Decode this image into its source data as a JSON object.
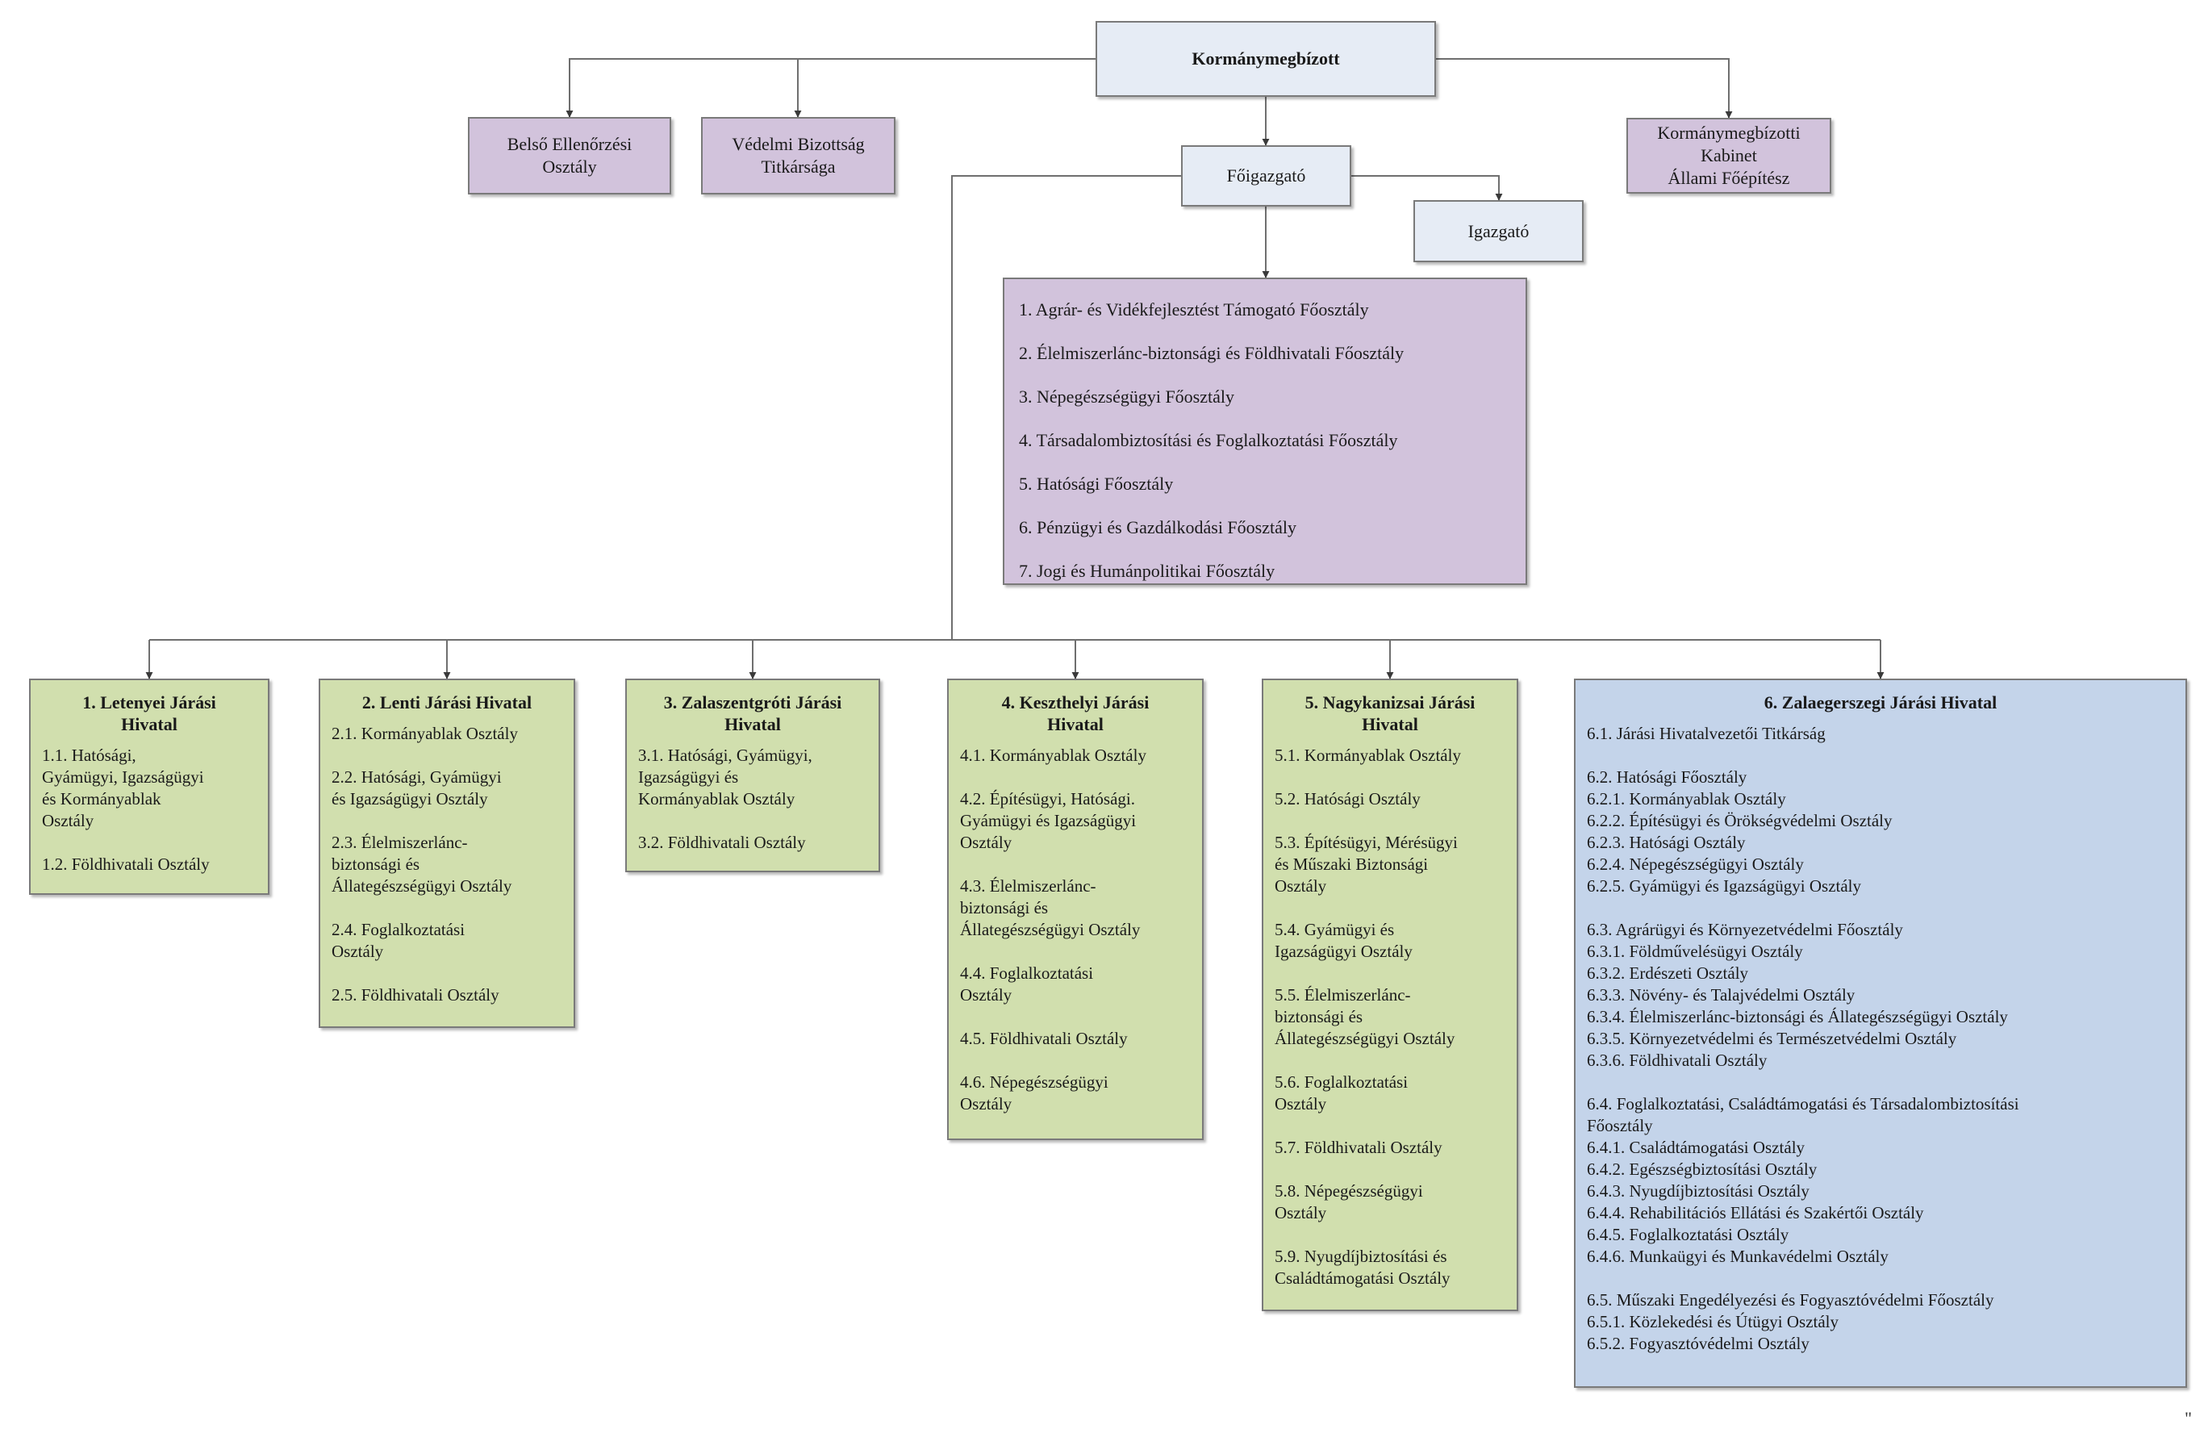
{
  "colors": {
    "top_box": "#e6ecf5",
    "staff_box": "#d2c3dc",
    "district_box": "#d1dfae",
    "zalaegerszeg_box": "#c4d4ea",
    "border": "#7a7a7a",
    "connector": "#6f6f6f"
  },
  "top": {
    "kormanymegbizott": "Kormánymegbízott",
    "foigazgato": "Főigazgató",
    "igazgato": "Igazgató"
  },
  "staff": {
    "belso_ellenorzesi": [
      "Belső Ellenőrzési",
      "Osztály"
    ],
    "vedelmi_bizottsag": [
      "Védelmi Bizottság",
      "Titkársága"
    ],
    "kabinet": [
      "Kormánymegbízotti",
      "Kabinet",
      "Állami Főépítész"
    ]
  },
  "departments": [
    "1. Agrár- és Vidékfejlesztést Támogató Főosztály",
    "2. Élelmiszerlánc-biztonsági és Földhivatali Főosztály",
    "3. Népegészségügyi Főosztály",
    "4. Társadalombiztosítási és Foglalkoztatási Főosztály",
    "5. Hatósági Főosztály",
    "6. Pénzügyi és Gazdálkodási Főosztály",
    "7. Jogi és Humánpolitikai Főosztály"
  ],
  "districts": [
    {
      "title": [
        "1. Letenyei Járási",
        "Hivatal"
      ],
      "items": [
        [
          "1.1. Hatósági,",
          "Gyámügyi, Igazságügyi",
          "és Kormányablak",
          "Osztály"
        ],
        [
          "1.2. Földhivatali Osztály"
        ]
      ]
    },
    {
      "title": [
        "2. Lenti Járási Hivatal"
      ],
      "items": [
        [
          "2.1. Kormányablak Osztály"
        ],
        [
          "2.2. Hatósági, Gyámügyi",
          "és Igazságügyi Osztály"
        ],
        [
          "2.3. Élelmiszerlánc-",
          "biztonsági és",
          "Állategészségügyi Osztály"
        ],
        [
          "2.4. Foglalkoztatási",
          "Osztály"
        ],
        [
          "2.5. Földhivatali Osztály"
        ]
      ]
    },
    {
      "title": [
        "3. Zalaszentgróti Járási",
        "Hivatal"
      ],
      "items": [
        [
          "3.1. Hatósági, Gyámügyi,",
          "Igazságügyi és",
          "Kormányablak Osztály"
        ],
        [
          "3.2. Földhivatali Osztály"
        ]
      ]
    },
    {
      "title": [
        "4. Keszthelyi Járási",
        "Hivatal"
      ],
      "items": [
        [
          "4.1. Kormányablak Osztály"
        ],
        [
          "4.2. Építésügyi, Hatósági.",
          "Gyámügyi és Igazságügyi",
          "Osztály"
        ],
        [
          "4.3. Élelmiszerlánc-",
          "biztonsági és",
          "Állategészségügyi Osztály"
        ],
        [
          "4.4. Foglalkoztatási",
          "Osztály"
        ],
        [
          "4.5. Földhivatali Osztály"
        ],
        [
          "4.6. Népegészségügyi",
          "Osztály"
        ]
      ]
    },
    {
      "title": [
        "5. Nagykanizsai Járási",
        "Hivatal"
      ],
      "items": [
        [
          "5.1. Kormányablak Osztály"
        ],
        [
          "5.2. Hatósági Osztály"
        ],
        [
          "5.3. Építésügyi, Mérésügyi",
          "és Műszaki Biztonsági",
          "Osztály"
        ],
        [
          "5.4. Gyámügyi és",
          "Igazságügyi Osztály"
        ],
        [
          "5.5. Élelmiszerlánc-",
          "biztonsági és",
          "Állategészségügyi Osztály"
        ],
        [
          "5.6. Foglalkoztatási",
          "Osztály"
        ],
        [
          "5.7. Földhivatali Osztály"
        ],
        [
          "5.8. Népegészségügyi",
          "Osztály"
        ],
        [
          "5.9. Nyugdíjbiztosítási és",
          "Családtámogatási Osztály"
        ]
      ]
    }
  ],
  "zalaegerszeg": {
    "title": "6. Zalaegerszegi Járási Hivatal",
    "groups": [
      [
        "6.1. Járási Hivatalvezetői Titkárság"
      ],
      [
        "6.2. Hatósági Főosztály",
        "6.2.1. Kormányablak Osztály",
        "6.2.2. Építésügyi és Örökségvédelmi Osztály",
        "6.2.3. Hatósági Osztály",
        "6.2.4. Népegészségügyi Osztály",
        "6.2.5. Gyámügyi és Igazságügyi Osztály"
      ],
      [
        "6.3. Agrárügyi és Környezetvédelmi Főosztály",
        "6.3.1. Földművelésügyi Osztály",
        "6.3.2. Erdészeti Osztály",
        "6.3.3. Növény- és Talajvédelmi Osztály",
        "6.3.4. Élelmiszerlánc-biztonsági és Állategészségügyi Osztály",
        "6.3.5. Környezetvédelmi és Természetvédelmi Osztály",
        "6.3.6. Földhivatali Osztály"
      ],
      [
        "6.4. Foglalkoztatási, Családtámogatási és Társadalombiztosítási",
        "Főosztály",
        "6.4.1. Családtámogatási Osztály",
        "6.4.2. Egészségbiztosítási Osztály",
        "6.4.3. Nyugdíjbiztosítási Osztály",
        "6.4.4. Rehabilitációs Ellátási és Szakértői Osztály",
        "6.4.5. Foglalkoztatási Osztály",
        "6.4.6. Munkaügyi és Munkavédelmi Osztály"
      ],
      [
        "6.5. Műszaki Engedélyezési és Fogyasztóvédelmi Főosztály",
        "6.5.1. Közlekedési és Útügyi Osztály",
        "6.5.2. Fogyasztóvédelmi Osztály"
      ]
    ]
  },
  "corner_mark": "\""
}
